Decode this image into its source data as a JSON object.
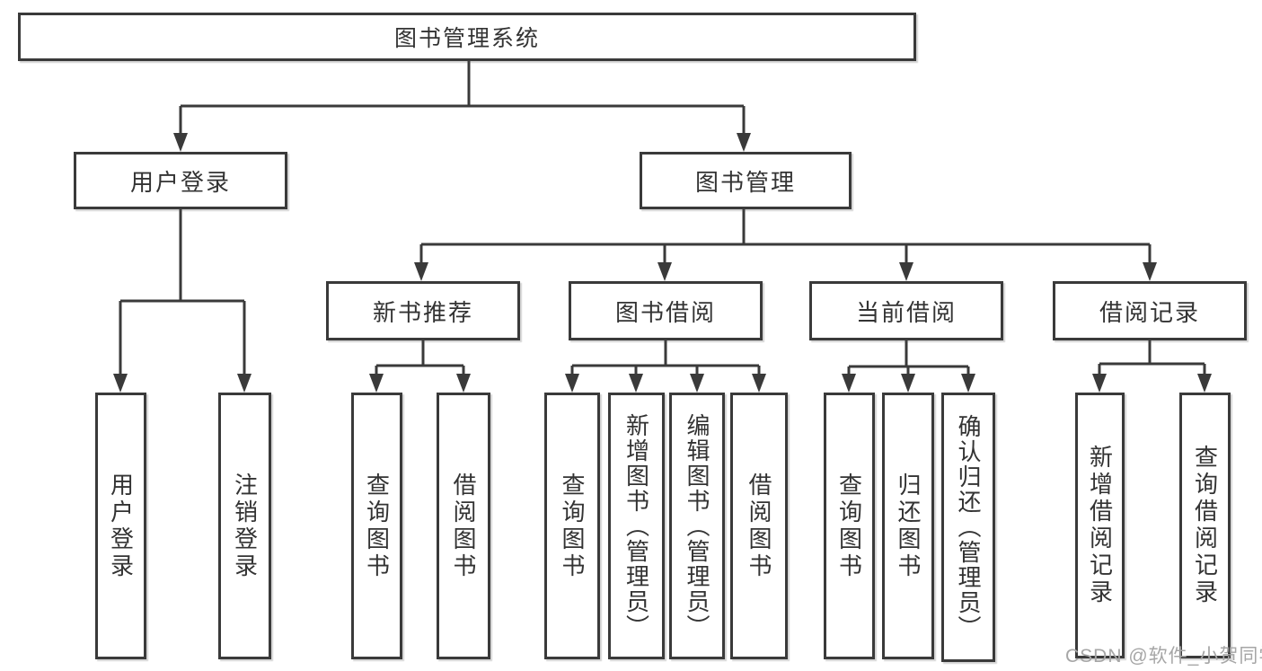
{
  "diagram": {
    "root": {
      "label": "图书管理系统"
    },
    "branches": [
      {
        "label": "用户登录",
        "children": [
          {
            "label": "用户登录"
          },
          {
            "label": "注销登录"
          }
        ]
      },
      {
        "label": "图书管理",
        "children": [
          {
            "label": "新书推荐",
            "children": [
              {
                "label": "查询图书"
              },
              {
                "label": "借阅图书"
              }
            ]
          },
          {
            "label": "图书借阅",
            "children": [
              {
                "label": "查询图书"
              },
              {
                "label": "新增图书（管理员）"
              },
              {
                "label": "编辑图书（管理员）"
              },
              {
                "label": "借阅图书"
              }
            ]
          },
          {
            "label": "当前借阅",
            "children": [
              {
                "label": "查询图书"
              },
              {
                "label": "归还图书"
              },
              {
                "label": "确认归还（管理员）"
              }
            ]
          },
          {
            "label": "借阅记录",
            "children": [
              {
                "label": "新增借阅记录"
              },
              {
                "label": "查询借阅记录"
              }
            ]
          }
        ]
      }
    ]
  },
  "watermark": {
    "text": "CSDN @软件_小贺同学"
  },
  "colors": {
    "line": "#3a3a3a",
    "text": "#333333",
    "watermark": "#a6a6a6",
    "background": "#ffffff"
  }
}
